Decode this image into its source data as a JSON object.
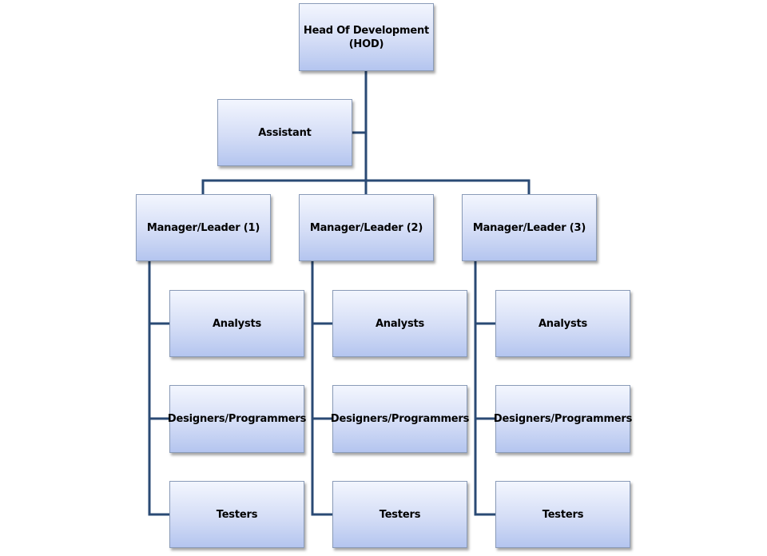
{
  "org_chart": {
    "head": {
      "line1": "Head Of Development",
      "line2": "(HOD)"
    },
    "assistant": {
      "label": "Assistant"
    },
    "managers": [
      {
        "label": "Manager/Leader (1)",
        "members": [
          "Analysts",
          "Designers/Programmers",
          "Testers"
        ]
      },
      {
        "label": "Manager/Leader (2)",
        "members": [
          "Analysts",
          "Designers/Programmers",
          "Testers"
        ]
      },
      {
        "label": "Manager/Leader (3)",
        "members": [
          "Analysts",
          "Designers/Programmers",
          "Testers"
        ]
      }
    ]
  },
  "colors": {
    "connector": "#2a4a74",
    "box_border": "#8a9bb8",
    "box_fill_top": "#f3f6fe",
    "box_fill_bottom": "#b4c5ef"
  }
}
